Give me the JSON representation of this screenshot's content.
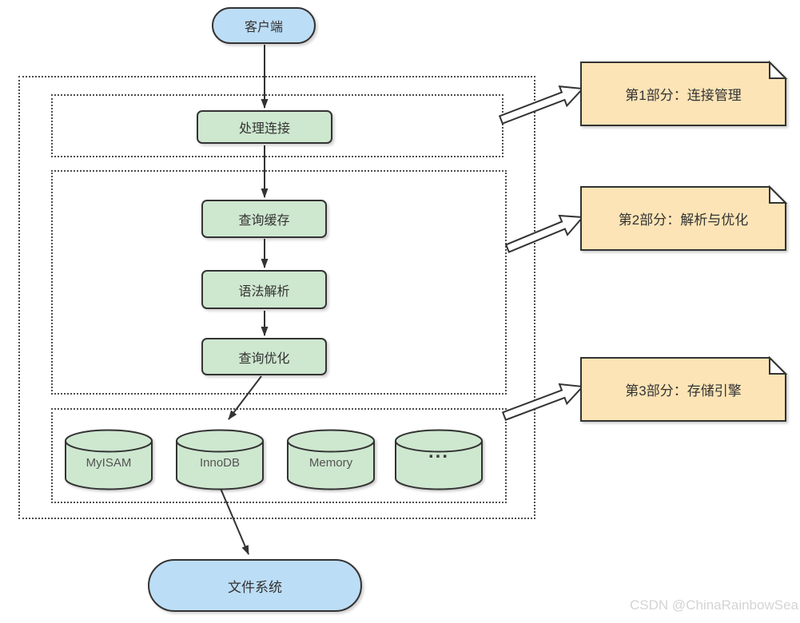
{
  "diagram": {
    "nodes": {
      "client": "客户端",
      "handle_connection": "处理连接",
      "query_cache": "查询缓存",
      "parser": "语法解析",
      "optimizer": "查询优化",
      "file_system": "文件系统"
    },
    "engines": [
      {
        "label": "MyISAM"
      },
      {
        "label": "InnoDB"
      },
      {
        "label": "Memory"
      },
      {
        "label": "..."
      }
    ],
    "notes": [
      {
        "label": "第1部分：连接管理"
      },
      {
        "label": "第2部分：解析与优化"
      },
      {
        "label": "第3部分：存储引擎"
      }
    ]
  },
  "watermark": "CSDN @ChinaRainbowSea",
  "colors": {
    "client_fill": "#BCDDF6",
    "process_fill": "#CEE7CF",
    "engine_fill": "#CEE7CF",
    "note_fill": "#FCE4B6",
    "stroke": "#333333",
    "dashed_border": "#4d4d4d",
    "watermark_text": "#d4d4d4"
  }
}
